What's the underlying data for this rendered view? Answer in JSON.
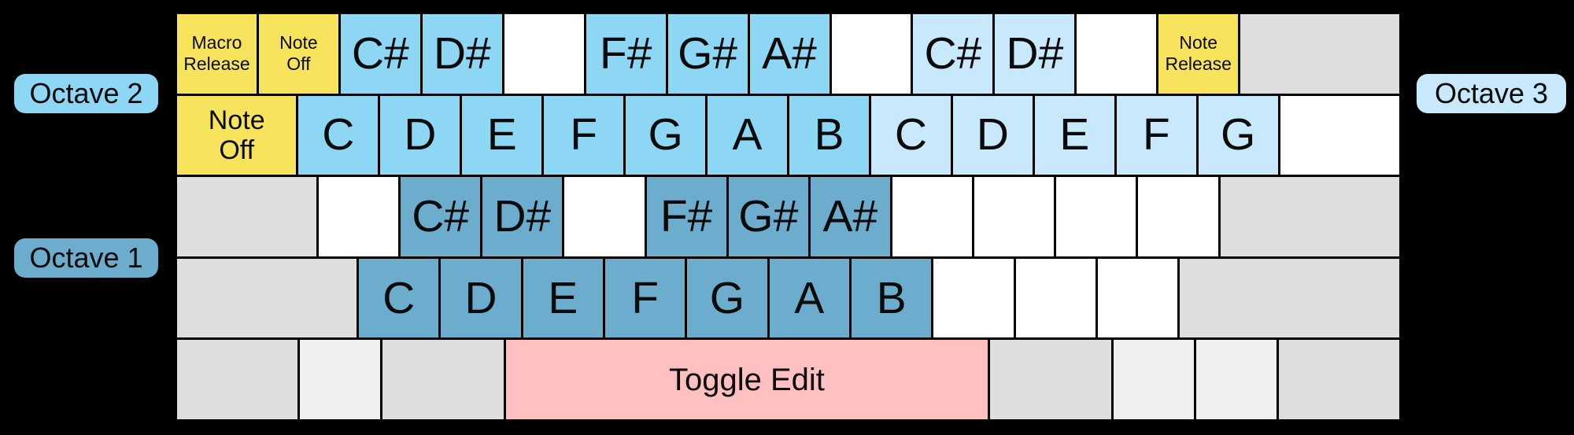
{
  "palette": {
    "background": "#000000",
    "octave1": "#6CACCD",
    "octave2": "#8DD7F5",
    "octave3": "#C8E9FB",
    "yellow": "#F7E35C",
    "pink": "#FFC0C1",
    "gray": "#DEDEDE",
    "lightgray": "#EFEFEF",
    "white": "#FFFFFF"
  },
  "labels": {
    "octave1": "Octave 1",
    "octave2": "Octave 2",
    "octave3": "Octave 3"
  },
  "keyboard": {
    "rows": [
      {
        "keys": [
          {
            "label": "Macro\nRelease",
            "color": "yellow",
            "width_units": 1
          },
          {
            "label": "Note\nOff",
            "color": "yellow",
            "width_units": 1
          },
          {
            "label": "C#",
            "color": "octave2",
            "width_units": 1
          },
          {
            "label": "D#",
            "color": "octave2",
            "width_units": 1
          },
          {
            "label": "",
            "color": "white",
            "width_units": 1
          },
          {
            "label": "F#",
            "color": "octave2",
            "width_units": 1
          },
          {
            "label": "G#",
            "color": "octave2",
            "width_units": 1
          },
          {
            "label": "A#",
            "color": "octave2",
            "width_units": 1
          },
          {
            "label": "",
            "color": "white",
            "width_units": 1
          },
          {
            "label": "C#",
            "color": "octave3",
            "width_units": 1
          },
          {
            "label": "D#",
            "color": "octave3",
            "width_units": 1
          },
          {
            "label": "",
            "color": "white",
            "width_units": 1
          },
          {
            "label": "Note\nRelease",
            "color": "yellow",
            "width_units": 1
          },
          {
            "label": "",
            "color": "gray",
            "width_units": 2
          }
        ]
      },
      {
        "keys": [
          {
            "label": "Note\nOff",
            "color": "yellow",
            "width_units": 1.5
          },
          {
            "label": "C",
            "color": "octave2",
            "width_units": 1
          },
          {
            "label": "D",
            "color": "octave2",
            "width_units": 1
          },
          {
            "label": "E",
            "color": "octave2",
            "width_units": 1
          },
          {
            "label": "F",
            "color": "octave2",
            "width_units": 1
          },
          {
            "label": "G",
            "color": "octave2",
            "width_units": 1
          },
          {
            "label": "A",
            "color": "octave2",
            "width_units": 1
          },
          {
            "label": "B",
            "color": "octave2",
            "width_units": 1
          },
          {
            "label": "C",
            "color": "octave3",
            "width_units": 1
          },
          {
            "label": "D",
            "color": "octave3",
            "width_units": 1
          },
          {
            "label": "E",
            "color": "octave3",
            "width_units": 1
          },
          {
            "label": "F",
            "color": "octave3",
            "width_units": 1
          },
          {
            "label": "G",
            "color": "octave3",
            "width_units": 1
          },
          {
            "label": "",
            "color": "white",
            "width_units": 1.5
          }
        ]
      },
      {
        "keys": [
          {
            "label": "",
            "color": "gray",
            "width_units": 1.75
          },
          {
            "label": "",
            "color": "white",
            "width_units": 1
          },
          {
            "label": "C#",
            "color": "octave1",
            "width_units": 1
          },
          {
            "label": "D#",
            "color": "octave1",
            "width_units": 1
          },
          {
            "label": "",
            "color": "white",
            "width_units": 1
          },
          {
            "label": "F#",
            "color": "octave1",
            "width_units": 1
          },
          {
            "label": "G#",
            "color": "octave1",
            "width_units": 1
          },
          {
            "label": "A#",
            "color": "octave1",
            "width_units": 1
          },
          {
            "label": "",
            "color": "white",
            "width_units": 1
          },
          {
            "label": "",
            "color": "white",
            "width_units": 1
          },
          {
            "label": "",
            "color": "white",
            "width_units": 1
          },
          {
            "label": "",
            "color": "white",
            "width_units": 1
          },
          {
            "label": "",
            "color": "gray",
            "width_units": 2.25
          }
        ]
      },
      {
        "keys": [
          {
            "label": "",
            "color": "gray",
            "width_units": 2.25
          },
          {
            "label": "C",
            "color": "octave1",
            "width_units": 1
          },
          {
            "label": "D",
            "color": "octave1",
            "width_units": 1
          },
          {
            "label": "E",
            "color": "octave1",
            "width_units": 1
          },
          {
            "label": "F",
            "color": "octave1",
            "width_units": 1
          },
          {
            "label": "G",
            "color": "octave1",
            "width_units": 1
          },
          {
            "label": "A",
            "color": "octave1",
            "width_units": 1
          },
          {
            "label": "B",
            "color": "octave1",
            "width_units": 1
          },
          {
            "label": "",
            "color": "white",
            "width_units": 1
          },
          {
            "label": "",
            "color": "white",
            "width_units": 1
          },
          {
            "label": "",
            "color": "white",
            "width_units": 1
          },
          {
            "label": "",
            "color": "gray",
            "width_units": 2.75
          }
        ]
      },
      {
        "keys": [
          {
            "label": "",
            "color": "gray",
            "width_units": 1.5
          },
          {
            "label": "",
            "color": "lightgray",
            "width_units": 1
          },
          {
            "label": "",
            "color": "gray",
            "width_units": 1.5
          },
          {
            "label": "Toggle Edit",
            "color": "pink",
            "width_units": 6
          },
          {
            "label": "",
            "color": "gray",
            "width_units": 1.5
          },
          {
            "label": "",
            "color": "lightgray",
            "width_units": 1
          },
          {
            "label": "",
            "color": "lightgray",
            "width_units": 1
          },
          {
            "label": "",
            "color": "gray",
            "width_units": 1.5
          }
        ]
      }
    ]
  }
}
